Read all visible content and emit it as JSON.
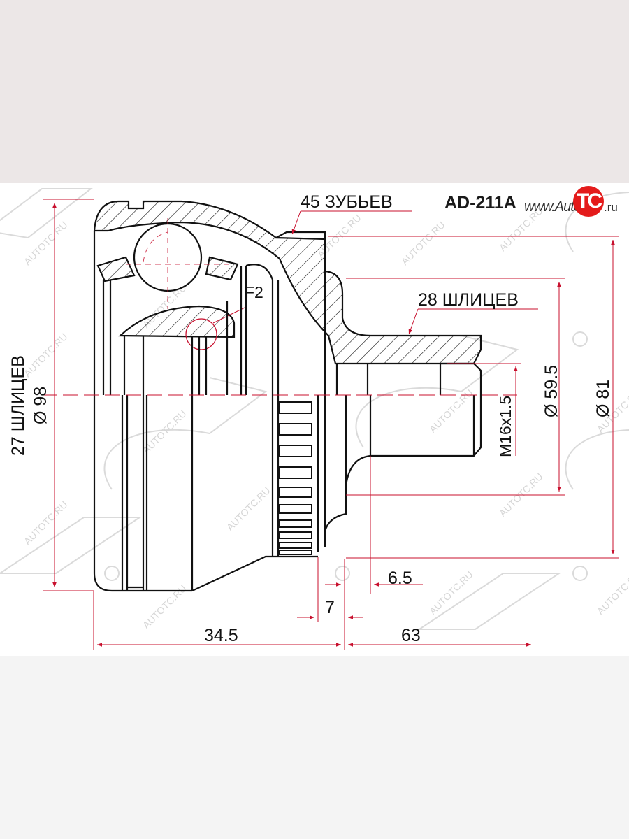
{
  "drawing": {
    "part_number": "AD-211A",
    "logo": {
      "prefix": "www.Auto",
      "mark": "TC",
      "suffix": ".ru",
      "accent_color": "#E41B1B"
    },
    "watermark_text": "AUTOTC.RU",
    "callouts": {
      "teeth": "45 ЗУБЬЕВ",
      "outer_splines": "28 ШЛИЦЕВ",
      "inner_splines": "27 ШЛИЦЕВ",
      "detail_ref": "F2"
    },
    "dimensions": {
      "outer_diameter": "Ø 98",
      "thread": "M16x1.5",
      "seal_diameter": "Ø 59.5",
      "abs_diameter": "Ø 81",
      "length_left": "34.5",
      "length_right": "63",
      "offset_a": "6.5",
      "offset_b": "7"
    },
    "colors": {
      "outline": "#111111",
      "dimension": "#C8102E",
      "top_band": "#ECE7E7",
      "sheet": "#FFFFFF",
      "bottom": "#F4F4F4"
    }
  }
}
